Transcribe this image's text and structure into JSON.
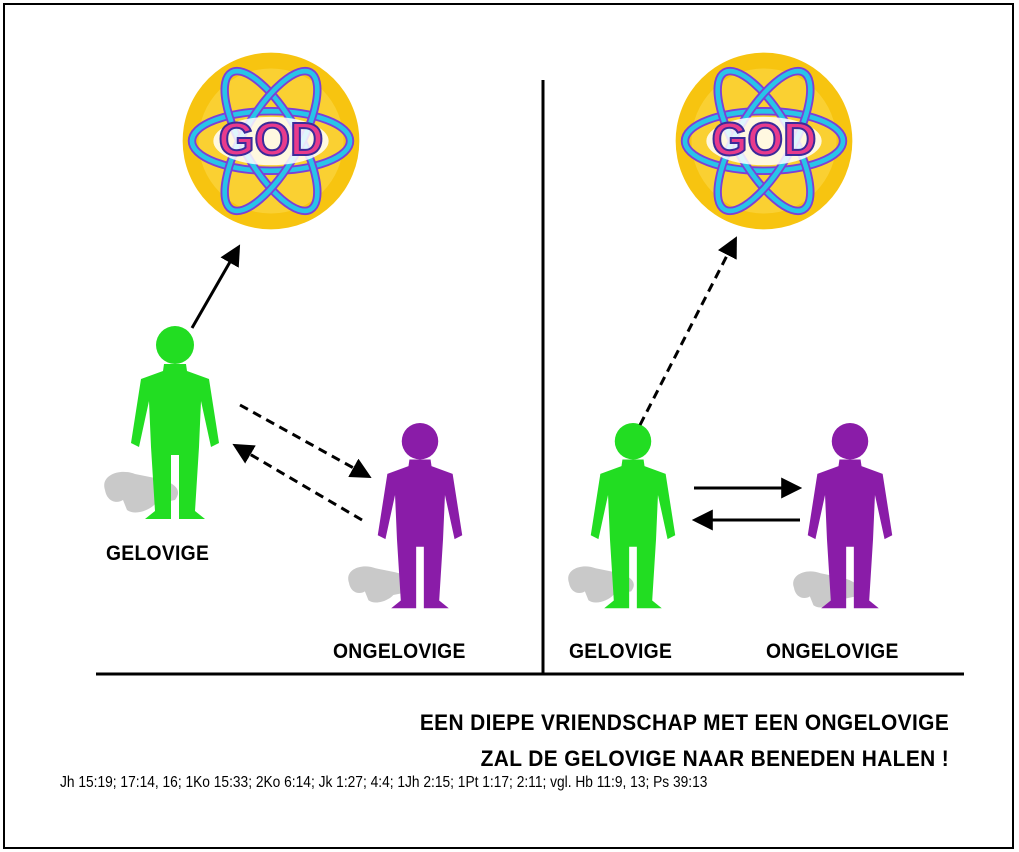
{
  "logo_text": "GOD",
  "left_panel": {
    "believer_label": "GELOVIGE",
    "unbeliever_label": "ONGELOVIGE"
  },
  "right_panel": {
    "believer_label": "GELOVIGE",
    "unbeliever_label": "ONGELOVIGE"
  },
  "caption": {
    "line1": "EEN DIEPE VRIENDSCHAP MET EEN ONGELOVIGE",
    "line2": "ZAL DE GELOVIGE NAAR BENEDEN HALEN !"
  },
  "references": "Jh 15:19; 17:14, 16; 1Ko 15:33; 2Ko 6:14; Jk 1:27; 4:4; 1Jh 2:15; 1Pt 1:17; 2:11; vgl. Hb 11:9, 13; Ps 39:13",
  "colors": {
    "believer": "#22dd22",
    "unbeliever": "#8a1ca8",
    "skin": "#f7c8a0",
    "god_circle": "#f7c410"
  }
}
